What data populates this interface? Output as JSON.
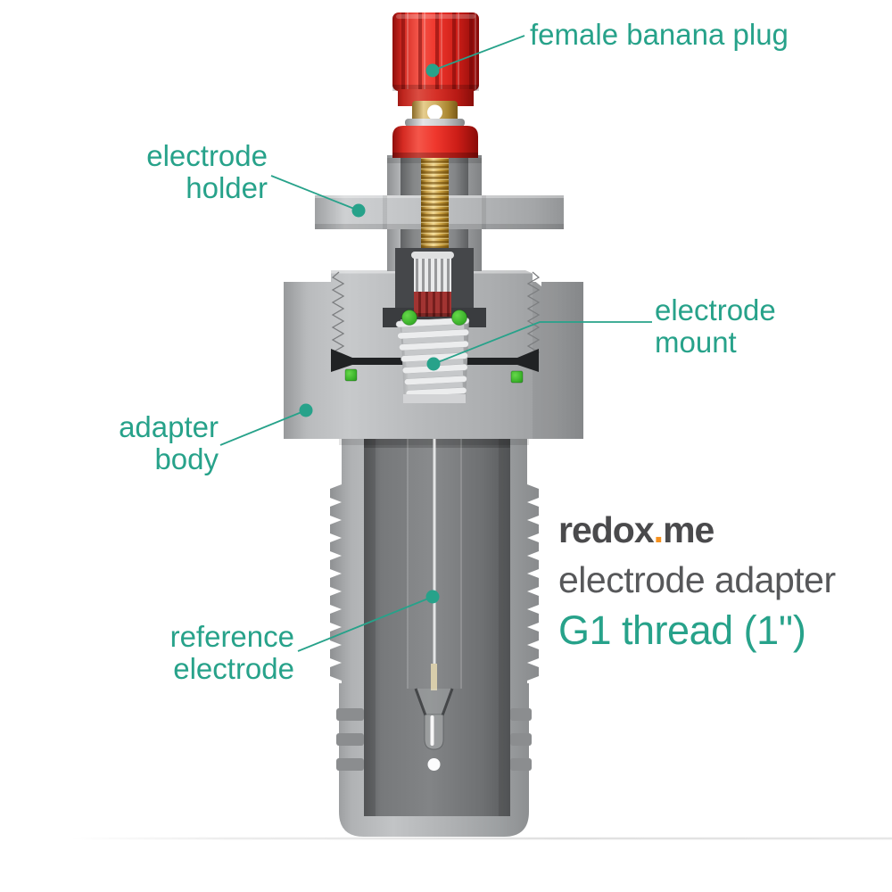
{
  "colors": {
    "accent_teal": "#27a28a",
    "logo_gray": "#4a4a4c",
    "title_gray": "#57585a",
    "logo_dot_orange": "#f6911e",
    "plug_red": "#e8302c",
    "brass_gold": "#d3a955",
    "body_gray": "#b4b6b8",
    "cavity_gray": "#797b7d",
    "seal_green": "#3cb42c"
  },
  "callouts": {
    "female_banana_plug": {
      "text": "female banana plug"
    },
    "electrode_holder": {
      "line1": "electrode",
      "line2": "holder"
    },
    "electrode_mount": {
      "line1": "electrode",
      "line2": "mount"
    },
    "adapter_body": {
      "line1": "adapter",
      "line2": "body"
    },
    "reference_electrode": {
      "line1": "reference",
      "line2": "electrode"
    }
  },
  "branding": {
    "logo_part1": "redox",
    "logo_dot": ".",
    "logo_part2": "me",
    "product_line": "electrode adapter",
    "variant_line": "G1 thread (1'')"
  }
}
